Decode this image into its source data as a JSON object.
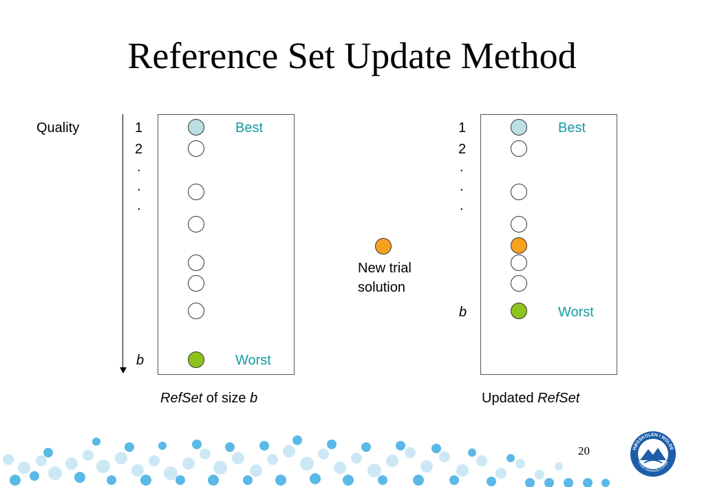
{
  "slide": {
    "title": "Reference Set Update Method",
    "page_number": "20"
  },
  "axis": {
    "label": "Quality"
  },
  "left_refset": {
    "rank_labels": [
      "1",
      "2",
      ".",
      ".",
      ".",
      "b"
    ],
    "best_label": "Best",
    "worst_label": "Worst",
    "caption_italic": "RefSet",
    "caption_mid": " of size ",
    "caption_var": "b"
  },
  "new_solution": {
    "label_line1": "New trial",
    "label_line2": "solution"
  },
  "right_refset": {
    "rank_labels": [
      "1",
      "2",
      ".",
      ".",
      ".",
      "b"
    ],
    "best_label": "Best",
    "worst_label": "Worst",
    "caption_prefix": "Updated ",
    "caption_italic": "RefSet"
  },
  "colors": {
    "best": "#bcdfe4",
    "new_trial": "#f7a21e",
    "worst": "#8ec21c",
    "label_teal": "#169aa0"
  },
  "logo": {
    "text_top": "HØGSKOLEN I MOLDE",
    "text_bottom": "Molde University College"
  }
}
